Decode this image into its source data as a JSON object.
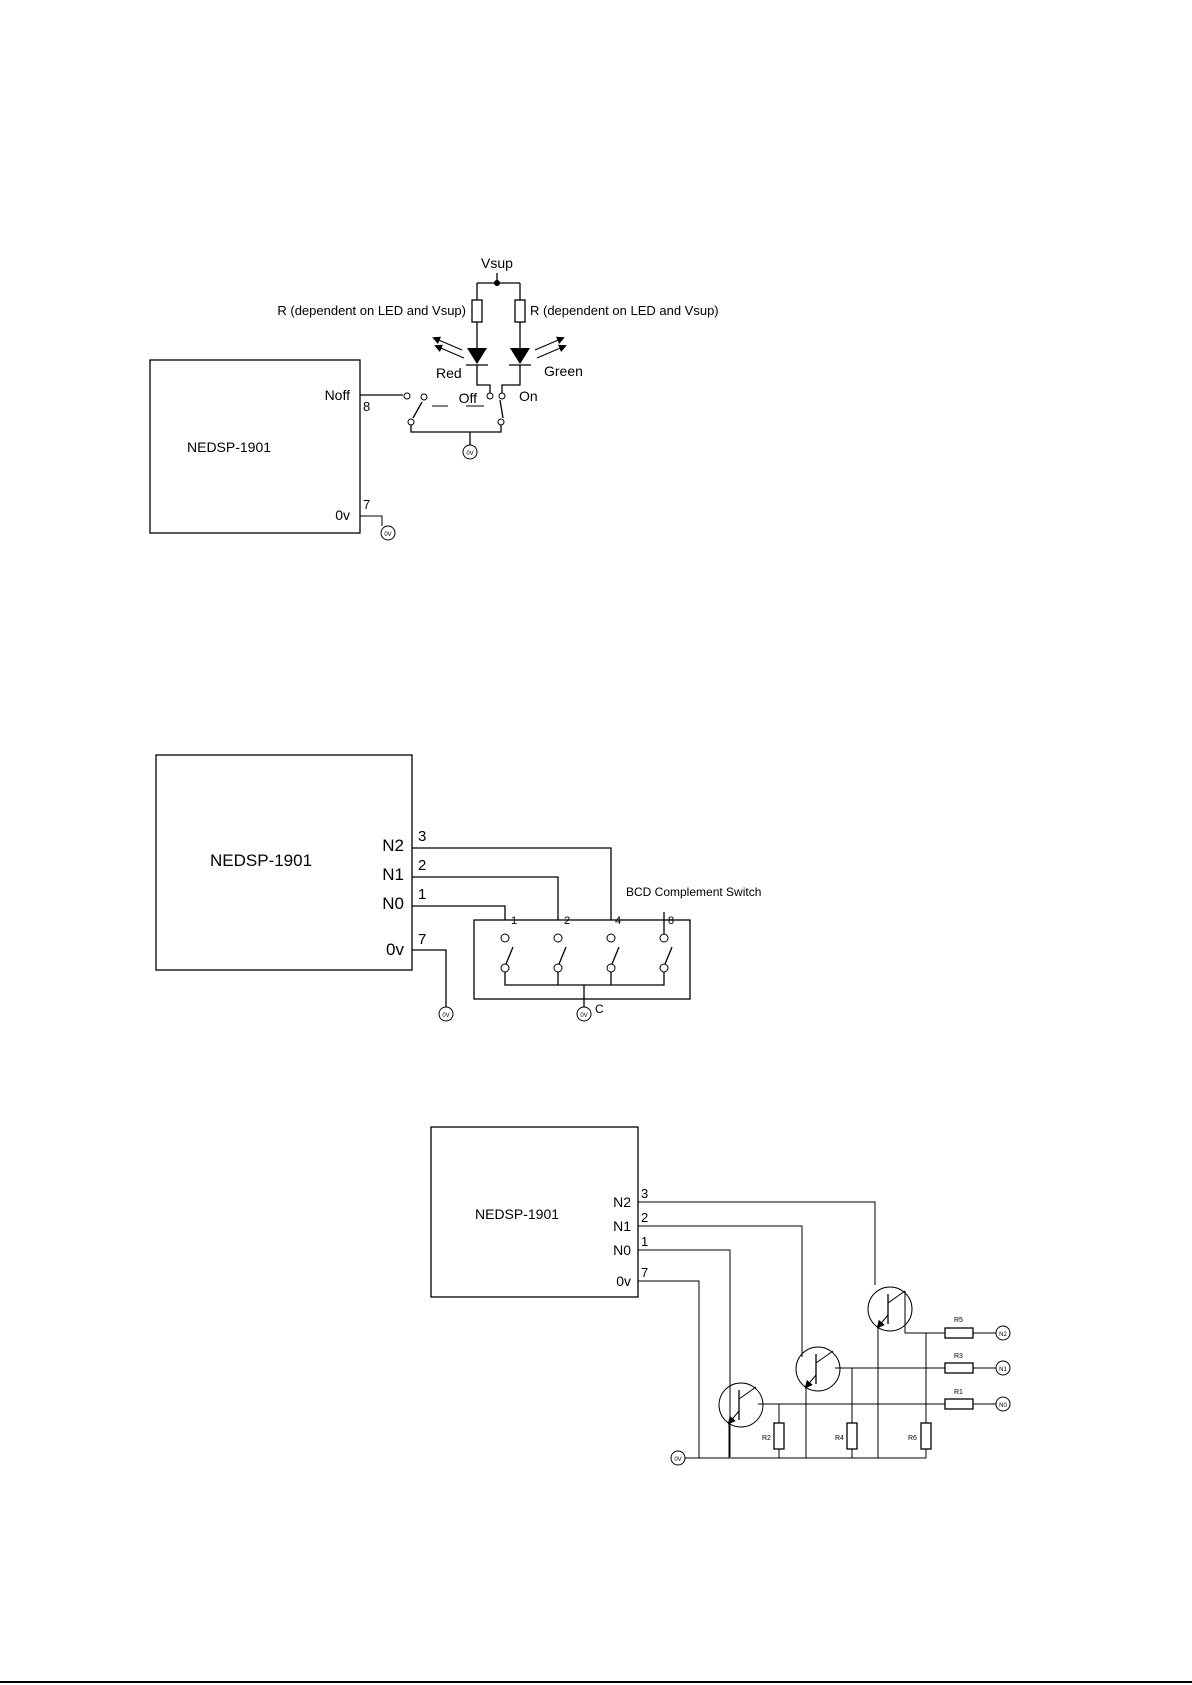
{
  "diagram1": {
    "vsup": "Vsup",
    "r_left": "R (dependent on LED and Vsup)",
    "r_right": "R (dependent on LED and Vsup)",
    "led_red": "Red",
    "led_green": "Green",
    "off": "Off",
    "on": "On",
    "device": "NEDSP-1901",
    "pin_noff": "Noff",
    "pin_noff_num": "8",
    "pin_0v": "0v",
    "pin_0v_num": "7",
    "gnd_a": "0V",
    "gnd_b": "0V"
  },
  "diagram2": {
    "device": "NEDSP-1901",
    "pins": [
      {
        "name": "N2",
        "num": "3"
      },
      {
        "name": "N1",
        "num": "2"
      },
      {
        "name": "N0",
        "num": "1"
      },
      {
        "name": "0v",
        "num": "7"
      }
    ],
    "switch_title": "BCD Complement Switch",
    "switch_labels": [
      "1",
      "2",
      "4",
      "8"
    ],
    "common": "C",
    "gnd_a": "0V",
    "gnd_b": "0V"
  },
  "diagram3": {
    "device": "NEDSP-1901",
    "pins": [
      {
        "name": "N2",
        "num": "3"
      },
      {
        "name": "N1",
        "num": "2"
      },
      {
        "name": "N0",
        "num": "1"
      },
      {
        "name": "0v",
        "num": "7"
      }
    ],
    "gnd": "0V",
    "resistors_h": [
      "R5",
      "R3",
      "R1"
    ],
    "resistors_v": [
      "R2",
      "R4",
      "R6"
    ],
    "outputs": [
      "N2",
      "N1",
      "N0"
    ]
  }
}
